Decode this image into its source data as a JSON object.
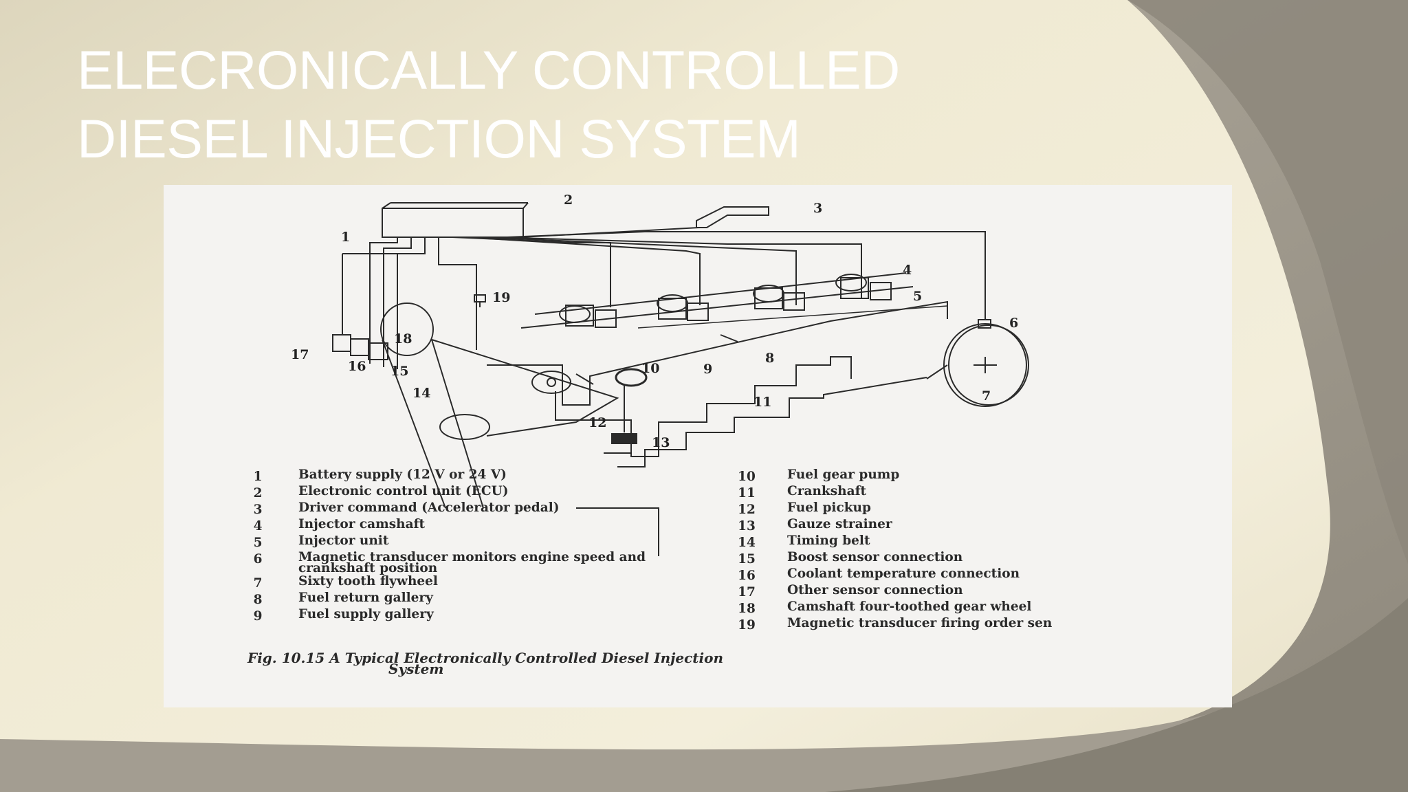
{
  "slide": {
    "title_line1": "ELECRONICALLY CONTROLLED",
    "title_line2": "DIESEL INJECTION SYSTEM"
  },
  "figure": {
    "labels": [
      "1",
      "2",
      "3",
      "4",
      "5",
      "6",
      "7",
      "8",
      "9",
      "10",
      "11",
      "12",
      "13",
      "14",
      "15",
      "16",
      "17",
      "18",
      "19"
    ],
    "legend_left": [
      {
        "num": "1",
        "text": "Battery supply (12 V or 24 V)"
      },
      {
        "num": "2",
        "text": "Electronic control unit (ECU)"
      },
      {
        "num": "3",
        "text": "Driver command (Accelerator pedal)"
      },
      {
        "num": "4",
        "text": "Injector camshaft"
      },
      {
        "num": "5",
        "text": "Injector unit"
      },
      {
        "num": "6",
        "text": "Magnetic transducer monitors engine speed and crankshaft position"
      },
      {
        "num": "7",
        "text": "Sixty tooth flywheel"
      },
      {
        "num": "8",
        "text": "Fuel return gallery"
      },
      {
        "num": "9",
        "text": "Fuel supply gallery"
      }
    ],
    "legend_right": [
      {
        "num": "10",
        "text": "Fuel gear pump"
      },
      {
        "num": "11",
        "text": "Crankshaft"
      },
      {
        "num": "12",
        "text": "Fuel pickup"
      },
      {
        "num": "13",
        "text": "Gauze strainer"
      },
      {
        "num": "14",
        "text": "Timing belt"
      },
      {
        "num": "15",
        "text": "Boost sensor connection"
      },
      {
        "num": "16",
        "text": "Coolant temperature connection"
      },
      {
        "num": "17",
        "text": "Other sensor connection"
      },
      {
        "num": "18",
        "text": "Camshaft four-toothed gear wheel"
      },
      {
        "num": "19",
        "text": "Magnetic transducer firing order sen"
      }
    ],
    "caption_line1": "Fig. 10.15  A Typical Electronically Controlled Diesel Injection",
    "caption_line2": "System"
  },
  "colors": {
    "background_light": "#f1ecd8",
    "background_taupe": "#a7a194",
    "background_dark": "#7e786d",
    "figure_bg": "#f4f3f1",
    "ink": "#2a2a2a"
  }
}
